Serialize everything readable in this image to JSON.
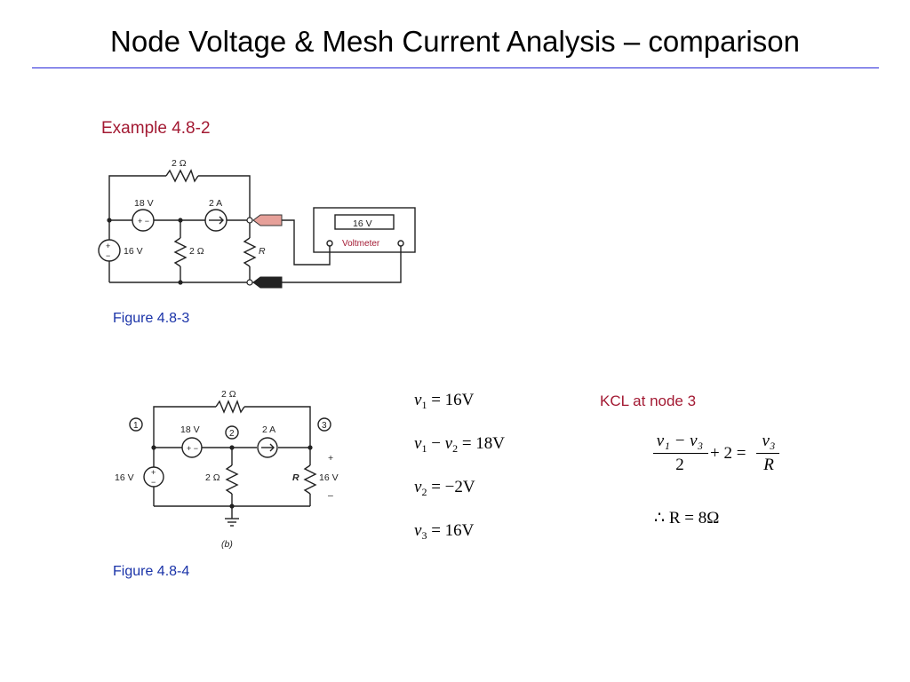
{
  "title": "Node Voltage & Mesh Current Analysis – comparison",
  "example_label": "Example 4.8-2",
  "figure1": {
    "caption": "Figure 4.8-3",
    "r_top": "2 Ω",
    "src_18v": "18 V",
    "src_2a": "2 A",
    "src_16v": "16 V",
    "r_mid": "2 Ω",
    "r_var": "R",
    "meter_reading": "16 V",
    "meter_label": "Voltmeter"
  },
  "figure2": {
    "caption": "Figure 4.8-4",
    "r_top": "2 Ω",
    "src_18v": "18 V",
    "src_2a": "2 A",
    "src_16v": "16 V",
    "r_mid": "2 Ω",
    "r_var": "R",
    "v_out": "16 V",
    "plus": "+",
    "minus": "–",
    "node1": "1",
    "node2": "2",
    "node3": "3",
    "sub_label": "(b)"
  },
  "equations": [
    {
      "lhs_var": "v",
      "lhs_sub": "1",
      "rhs": "= 16V"
    },
    {
      "lhs_var": "v",
      "lhs_sub": "1",
      "mid": " − ",
      "lhs2_var": "v",
      "lhs2_sub": "2",
      "rhs": " = 18V"
    },
    {
      "lhs_var": "v",
      "lhs_sub": "2",
      "rhs": "= −2V"
    },
    {
      "lhs_var": "v",
      "lhs_sub": "3",
      "rhs": "= 16V"
    }
  ],
  "kcl": {
    "heading": "KCL at node 3",
    "num_left": "v₁ − v₃",
    "den_left": "2",
    "middle": "+ 2 =",
    "num_right": "v₃",
    "den_right": "R",
    "result_therefore": "∴",
    "result": "R = 8Ω"
  }
}
